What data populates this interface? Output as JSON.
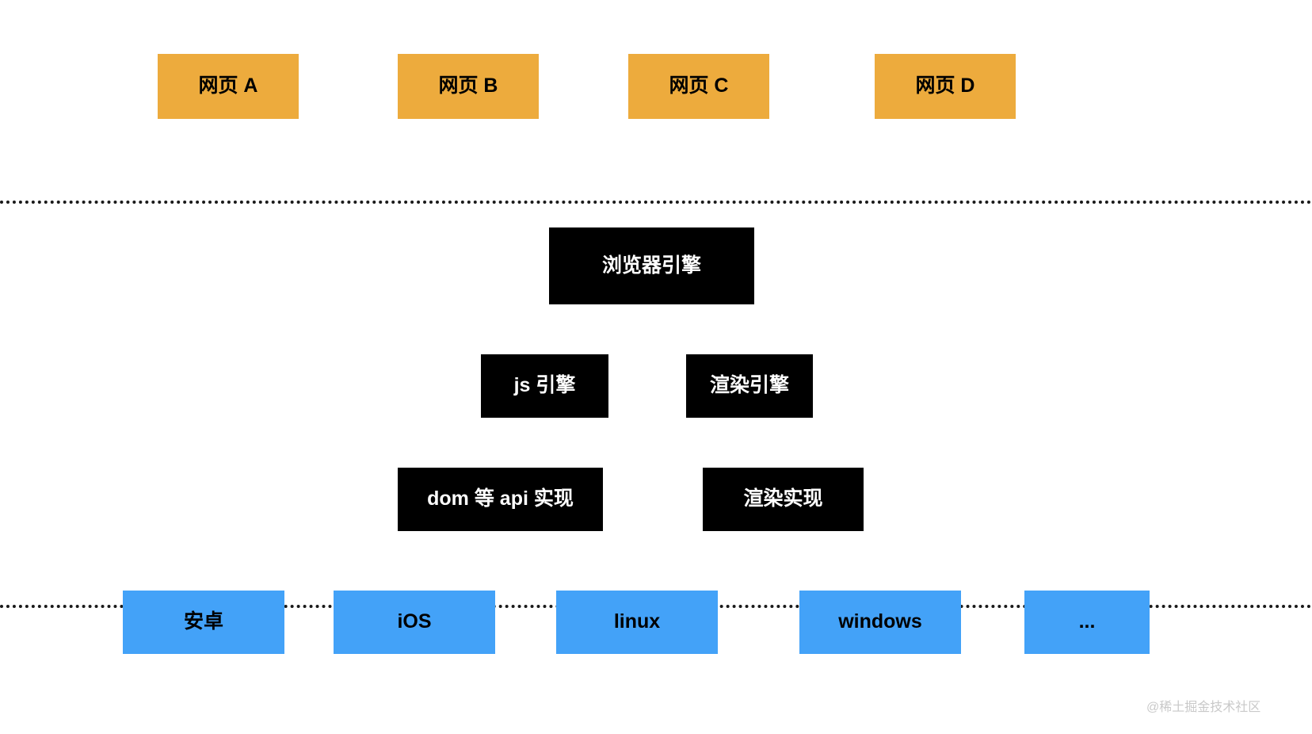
{
  "diagram": {
    "title": "browser-architecture-layers",
    "colors": {
      "web_page_box": "#edab3d",
      "engine_box": "#000000",
      "engine_box_text": "#ffffff",
      "os_box": "#43a2f8",
      "divider": "#1a1a1a",
      "background": "#ffffff",
      "watermark": "#c9c9c9"
    },
    "layers": {
      "web_pages": {
        "items": [
          {
            "label": "网页 A"
          },
          {
            "label": "网页 B"
          },
          {
            "label": "网页 C"
          },
          {
            "label": "网页 D"
          }
        ]
      },
      "browser_engine": {
        "items": [
          {
            "label": "浏览器引擎"
          }
        ]
      },
      "engines": {
        "items": [
          {
            "label": "js 引擎"
          },
          {
            "label": "渲染引擎"
          }
        ]
      },
      "implementations": {
        "items": [
          {
            "label": "dom 等 api 实现"
          },
          {
            "label": "渲染实现"
          }
        ]
      },
      "operating_systems": {
        "items": [
          {
            "label": "安卓"
          },
          {
            "label": "iOS"
          },
          {
            "label": "linux"
          },
          {
            "label": "windows"
          },
          {
            "label": "..."
          }
        ]
      }
    },
    "dividers": [
      {
        "name": "top-divider"
      },
      {
        "name": "bottom-divider"
      }
    ],
    "watermark": "@稀土掘金技术社区"
  }
}
